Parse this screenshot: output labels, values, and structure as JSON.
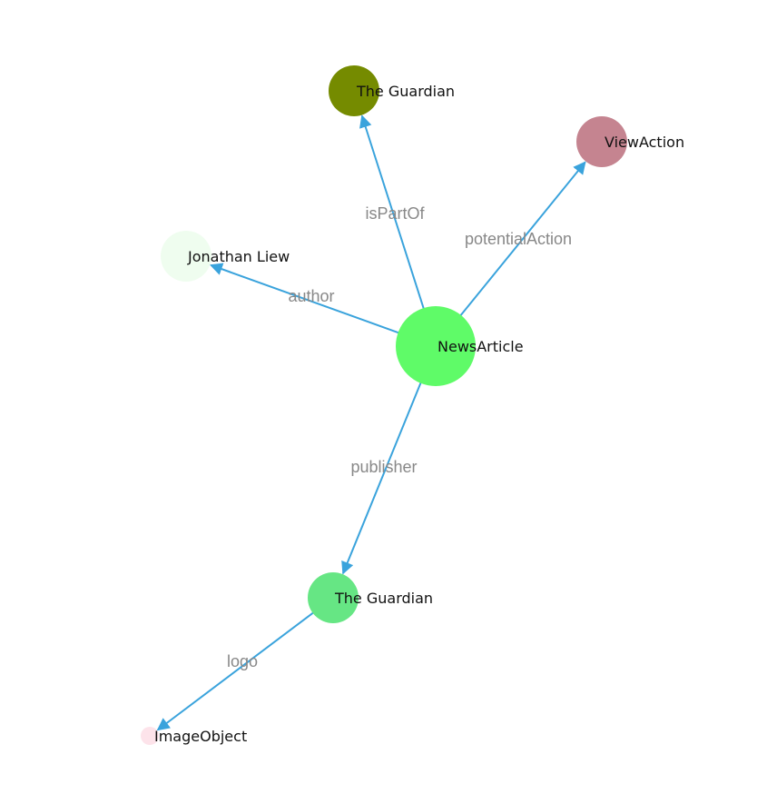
{
  "nodes": [
    {
      "id": "newsarticle",
      "label": "NewsArticle",
      "color": "#5ffb68"
    },
    {
      "id": "guardian-top",
      "label": "The Guardian",
      "color": "#758b00"
    },
    {
      "id": "viewaction",
      "label": "ViewAction",
      "color": "#c58490"
    },
    {
      "id": "jonathan",
      "label": "Jonathan Liew",
      "color": "#effdef"
    },
    {
      "id": "guardian-bottom",
      "label": "The Guardian",
      "color": "#66e684"
    },
    {
      "id": "imageobject",
      "label": "ImageObject",
      "color": "#fde3ea"
    }
  ],
  "edges": [
    {
      "from": "newsarticle",
      "to": "guardian-top",
      "label": "isPartOf"
    },
    {
      "from": "newsarticle",
      "to": "viewaction",
      "label": "potentialAction"
    },
    {
      "from": "newsarticle",
      "to": "jonathan",
      "label": "author"
    },
    {
      "from": "newsarticle",
      "to": "guardian-bottom",
      "label": "publisher"
    },
    {
      "from": "guardian-bottom",
      "to": "imageobject",
      "label": "logo"
    }
  ],
  "edge_color": "#3aa3dc"
}
